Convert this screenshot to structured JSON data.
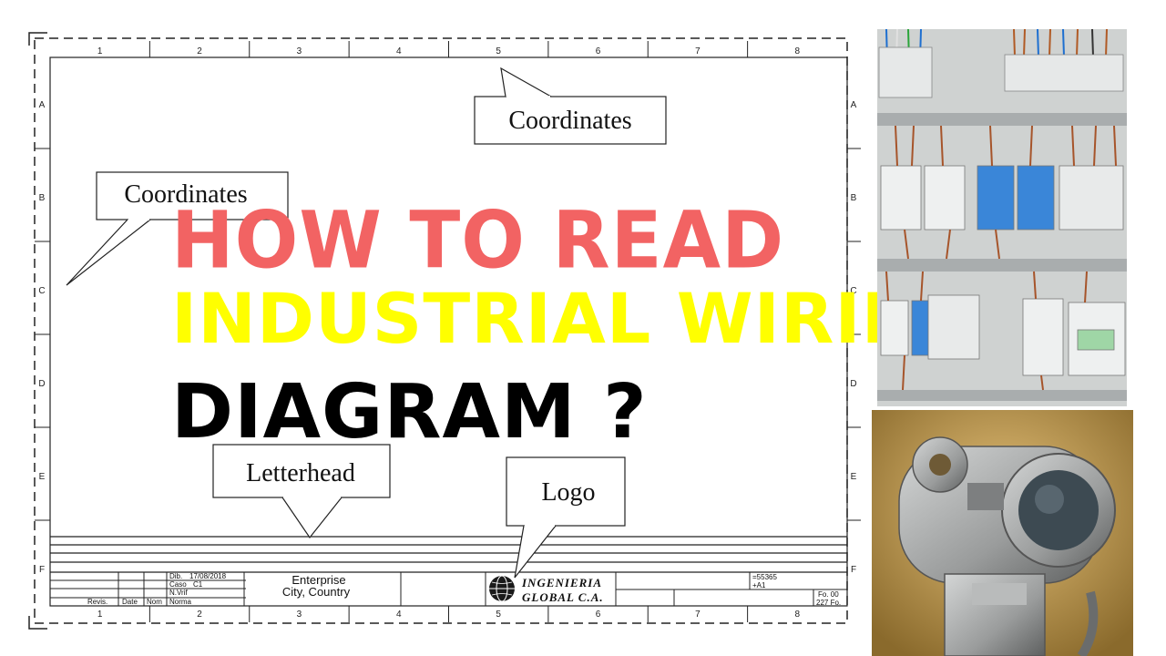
{
  "title": {
    "line1": "HOW TO READ",
    "line2": "INDUSTRIAL WIRING",
    "line3": "DIAGRAM ?",
    "colors": {
      "line1": "#f26363",
      "line2": "#ffff00",
      "line3": "#000000"
    }
  },
  "drawing": {
    "column_labels": [
      "1",
      "2",
      "3",
      "4",
      "5",
      "6",
      "7",
      "8"
    ],
    "row_labels": [
      "A",
      "B",
      "C",
      "D",
      "E",
      "F"
    ],
    "callouts": {
      "coordinates_top": "Coordinates",
      "coordinates_left": "Coordinates",
      "letterhead": "Letterhead",
      "logo": "Logo"
    },
    "title_block": {
      "company": "Enterprise",
      "location": "City, Country",
      "logo_line1": "INGENIERIA",
      "logo_line2": "GLOBAL C.A.",
      "col_revis": "Revis.",
      "col_date": "Date",
      "col_nom": "Nom",
      "col_norma": "Norma",
      "dib": "Dib.",
      "dib_date": "17/08/2018",
      "caso": "Caso",
      "caso_val": "C1",
      "nvrif": "N.Vrif",
      "ref1": "=55365",
      "ref2": "+A1",
      "sheet1": "Fo. 00",
      "sheet2": "227 Fo."
    }
  },
  "photos": {
    "top": "control-panel-photo",
    "bottom": "transmitter-photo"
  }
}
